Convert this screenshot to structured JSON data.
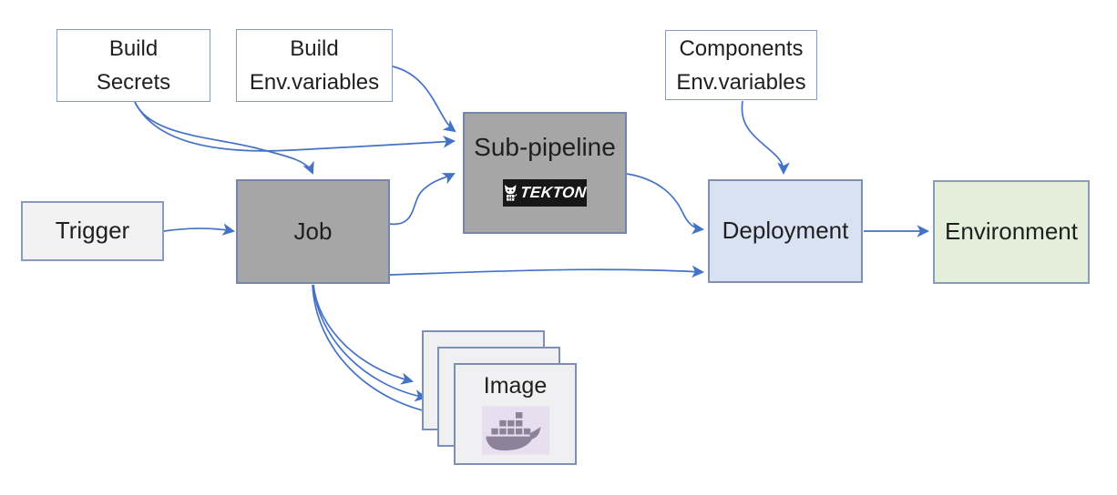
{
  "diagram": {
    "nodes": {
      "build_secrets": {
        "line1": "Build",
        "line2": "Secrets"
      },
      "build_env_variables": {
        "line1": "Build",
        "line2": "Env.variables"
      },
      "components_env_variables": {
        "line1": "Components",
        "line2": "Env.variables"
      },
      "trigger": {
        "label": "Trigger"
      },
      "job": {
        "label": "Job"
      },
      "sub_pipeline": {
        "label": "Sub-pipeline",
        "logo_text": "TEKTON"
      },
      "deployment": {
        "label": "Deployment"
      },
      "environment": {
        "label": "Environment"
      },
      "image": {
        "label": "Image"
      }
    },
    "icons": {
      "tekton": "tekton-robot-cat-icon",
      "docker": "docker-whale-icon"
    },
    "edges": [
      {
        "from": "trigger",
        "to": "job"
      },
      {
        "from": "build_secrets",
        "to": "job"
      },
      {
        "from": "build_secrets",
        "to": "sub_pipeline"
      },
      {
        "from": "build_env_variables",
        "to": "sub_pipeline"
      },
      {
        "from": "job",
        "to": "sub_pipeline"
      },
      {
        "from": "job",
        "to": "deployment"
      },
      {
        "from": "sub_pipeline",
        "to": "deployment"
      },
      {
        "from": "components_env_variables",
        "to": "deployment"
      },
      {
        "from": "deployment",
        "to": "environment"
      },
      {
        "from": "job",
        "to": "image",
        "count": 3
      }
    ],
    "colors": {
      "arrow": "#4472c4",
      "node_border": "#8a9cbd",
      "gray_fill": "#a6a6a6",
      "trigger_fill": "#f2f2f2",
      "white_fill": "#ffffff",
      "deployment_fill": "#d9e2f3",
      "environment_fill": "#e3efdb",
      "image_fill": "#f0f0f2",
      "docker_bg": "#e7def0",
      "docker_whale": "#8d8299",
      "tekton_bg": "#171717",
      "tekton_text_color": "#ffffff",
      "text": "#1f1f1f"
    }
  }
}
